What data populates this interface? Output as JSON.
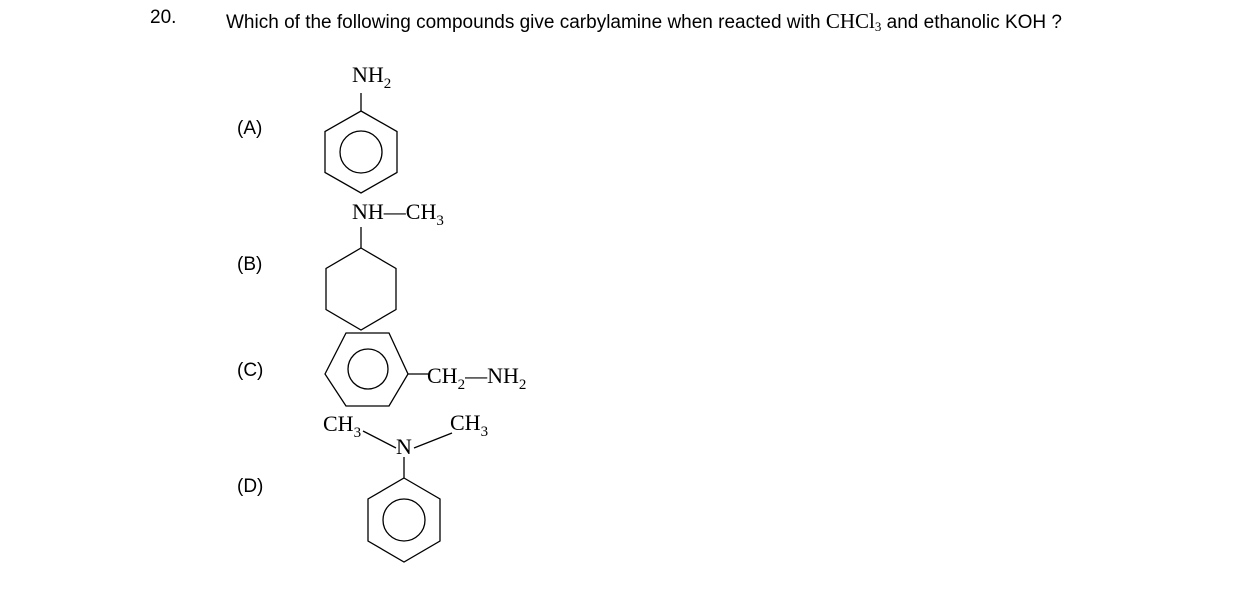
{
  "question": {
    "number": "20.",
    "text_before": "Which of the following compounds give carbylamine when reacted with ",
    "reagent_main": "CHCl",
    "reagent_sub": "3",
    "text_after": " and ethanolic KOH ?"
  },
  "options": [
    {
      "label": "(A)",
      "substituent": "NH",
      "substituent_sub": "2",
      "ring": "benzene"
    },
    {
      "label": "(B)",
      "substituent_main": "NH—CH",
      "substituent_sub": "3",
      "ring": "cyclohexane"
    },
    {
      "label": "(C)",
      "sub_part1": "CH",
      "sub_part1_sub": "2",
      "sub_part2": "—NH",
      "sub_part2_sub": "2",
      "ring": "benzene"
    },
    {
      "label": "(D)",
      "methyl_left": "CH",
      "methyl_left_sub": "3",
      "methyl_right": "CH",
      "methyl_right_sub": "3",
      "nitrogen": "N",
      "ring": "benzene"
    }
  ]
}
